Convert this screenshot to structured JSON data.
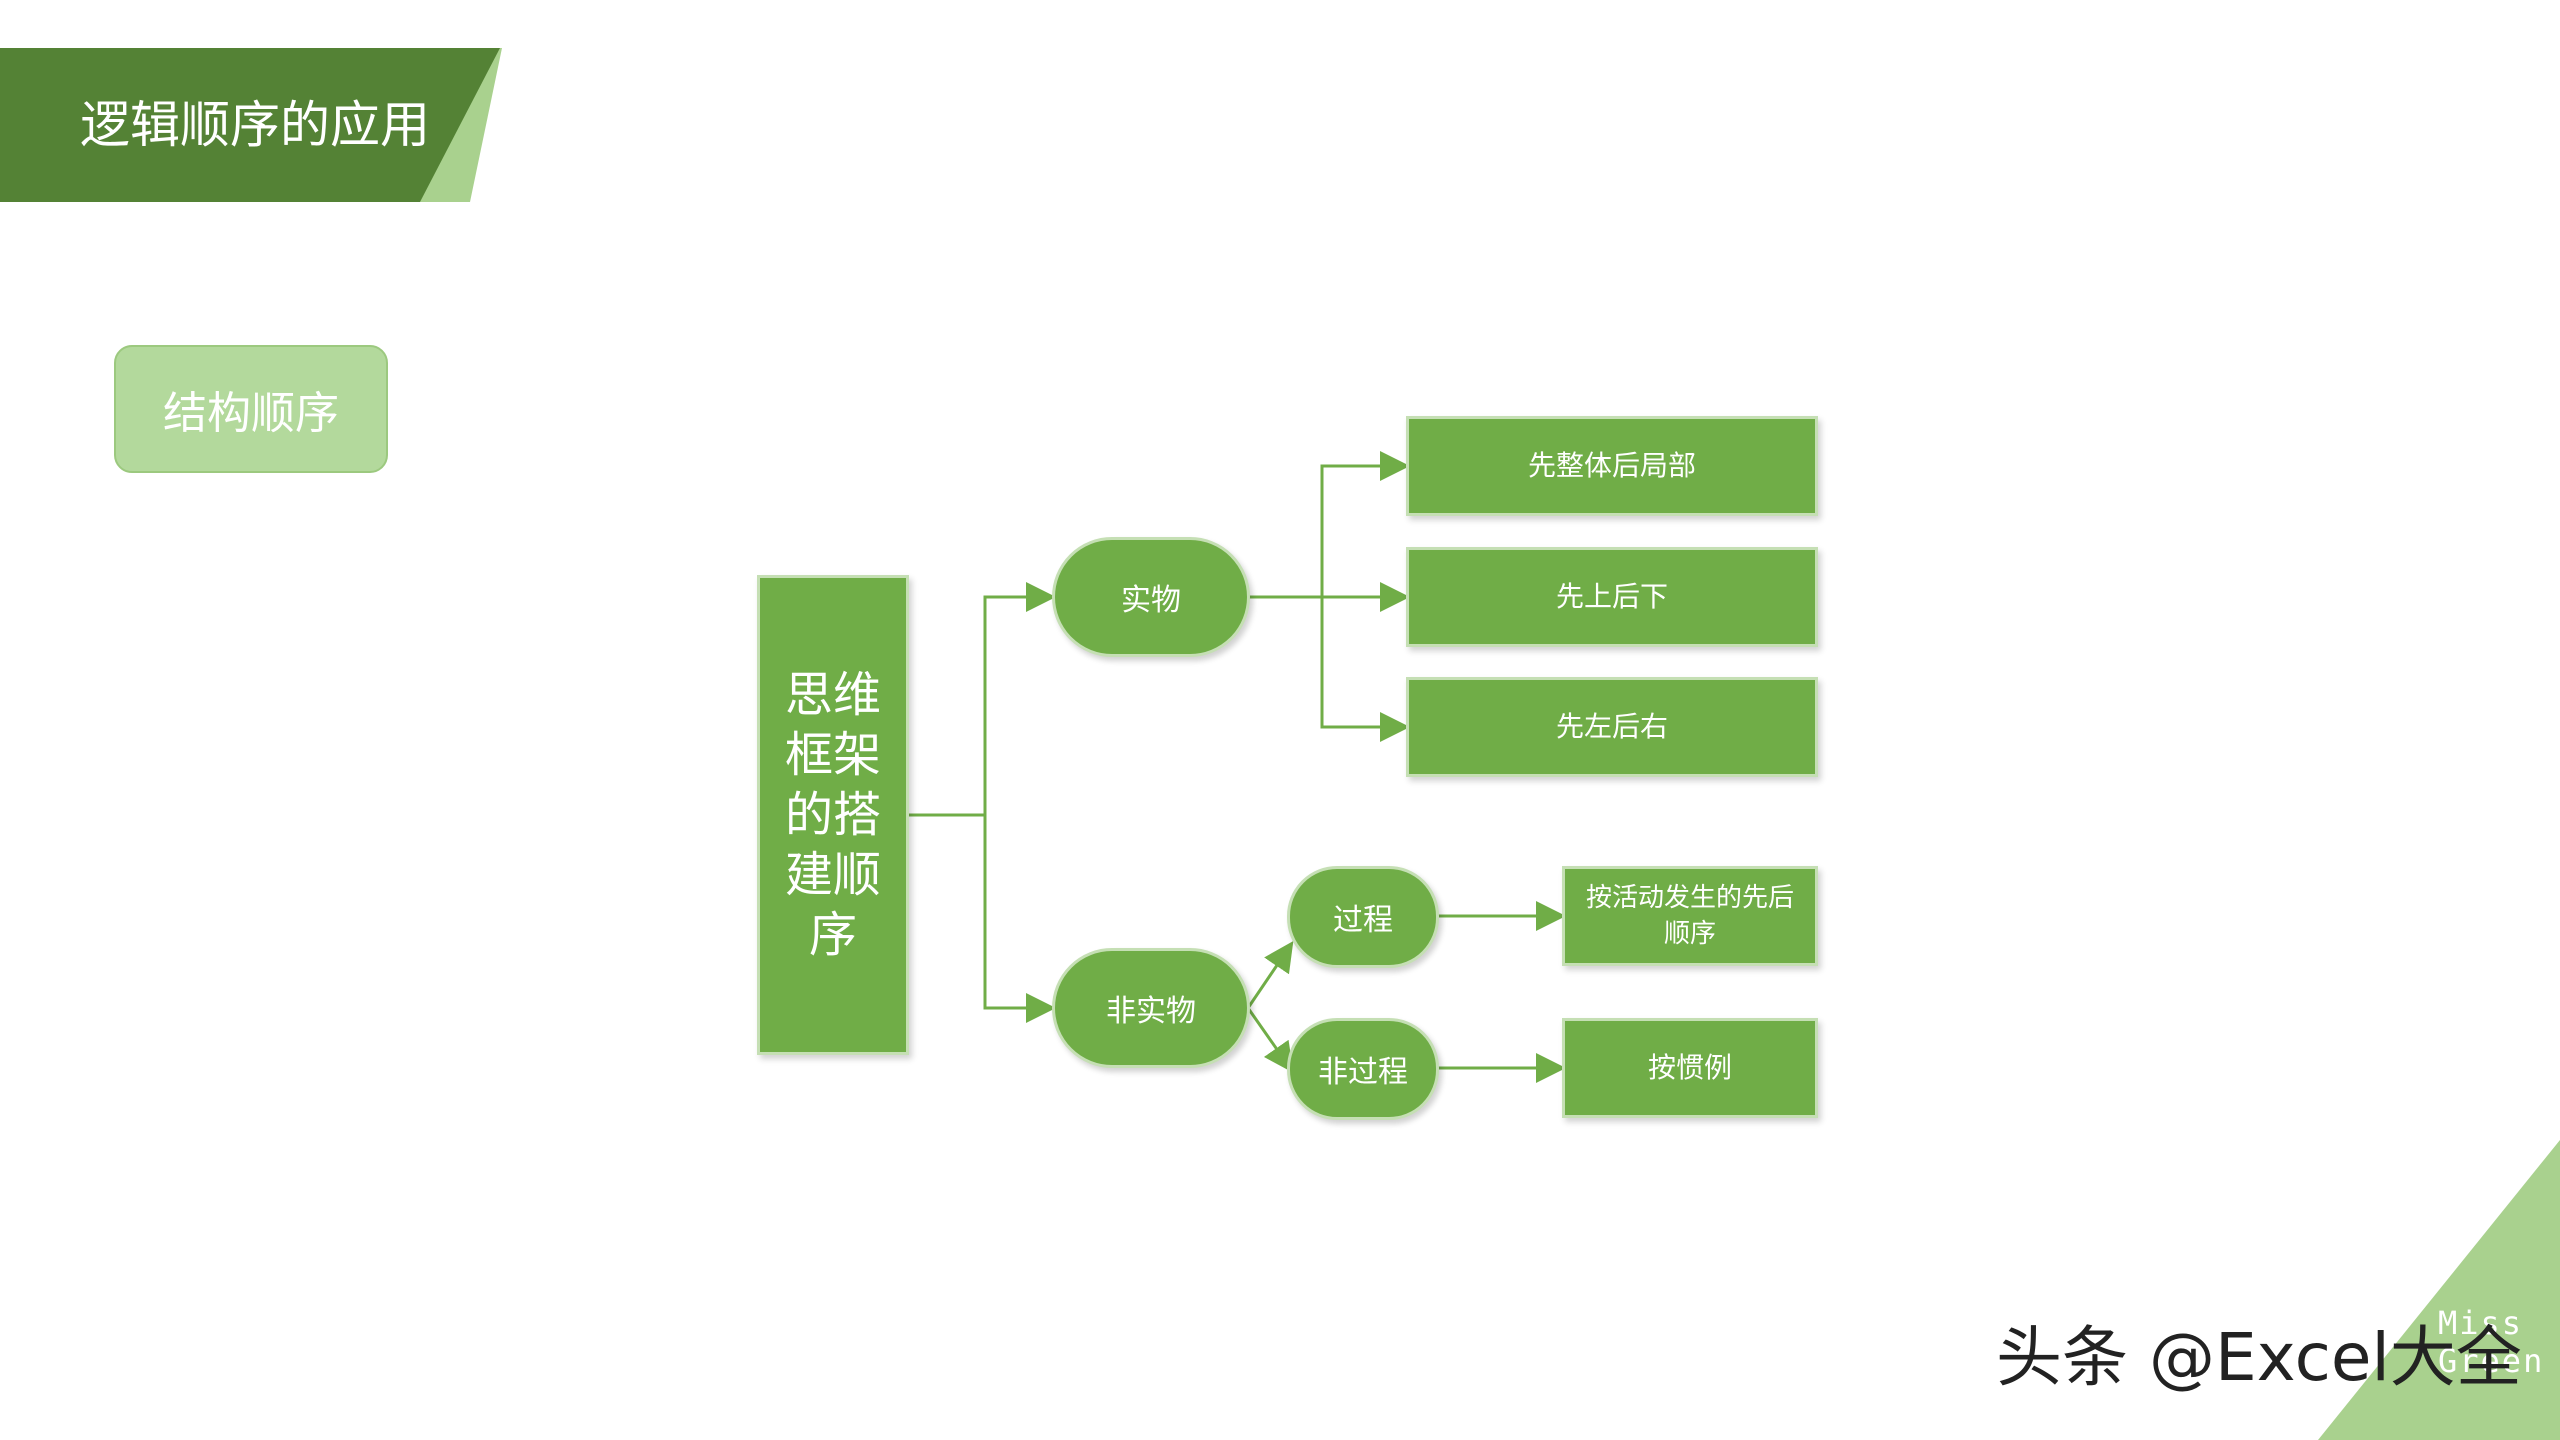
{
  "header": {
    "title": "逻辑顺序的应用"
  },
  "section_tag": "结构顺序",
  "diagram": {
    "root": "思维框架的搭建顺序",
    "branches": [
      {
        "label": "实物",
        "children": [
          "先整体后局部",
          "先上后下",
          "先左后右"
        ]
      },
      {
        "label": "非实物",
        "children": [
          {
            "label": "过程",
            "leaf": "按活动发生的先后顺序"
          },
          {
            "label": "非过程",
            "leaf": "按惯例"
          }
        ]
      }
    ]
  },
  "watermark": "头条 @Excel大全",
  "corner_text": "Miss Green",
  "colors": {
    "primary": "#70ad47",
    "dark": "#548235",
    "light": "#a9d18e",
    "tag": "#b3d99c"
  }
}
